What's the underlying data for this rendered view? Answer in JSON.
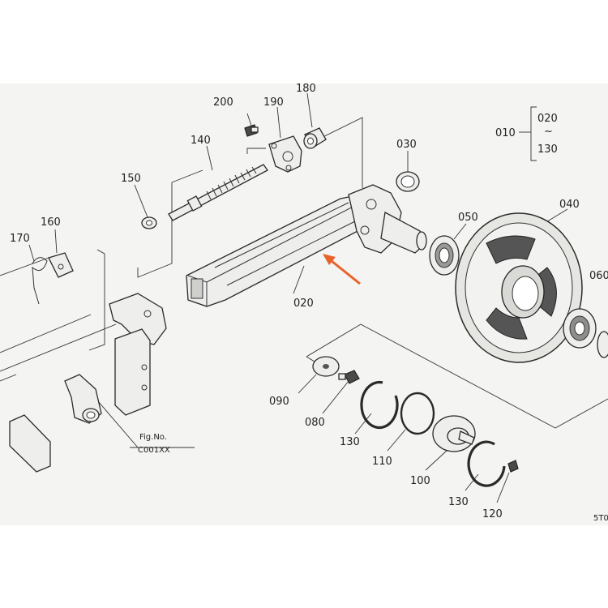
{
  "diagram": {
    "labels": {
      "p010": "010",
      "p020_range": "020",
      "tilde": "~",
      "p130_range": "130",
      "p200": "200",
      "p190": "190",
      "p180": "180",
      "p140": "140",
      "p150": "150",
      "p160": "160",
      "p170": "170",
      "p030": "030",
      "p040": "040",
      "p050": "050",
      "p060": "060",
      "p020": "020",
      "p090": "090",
      "p080": "080",
      "p130a": "130",
      "p110": "110",
      "p100": "100",
      "p130b": "130",
      "p120": "120",
      "fig_no": "Fig.No.",
      "fig_code": "C001XX",
      "corner_code": "5T0"
    },
    "colors": {
      "arrow": "#e8622a",
      "line": "#2a2a2a",
      "paper": "#f4f4f2"
    }
  }
}
